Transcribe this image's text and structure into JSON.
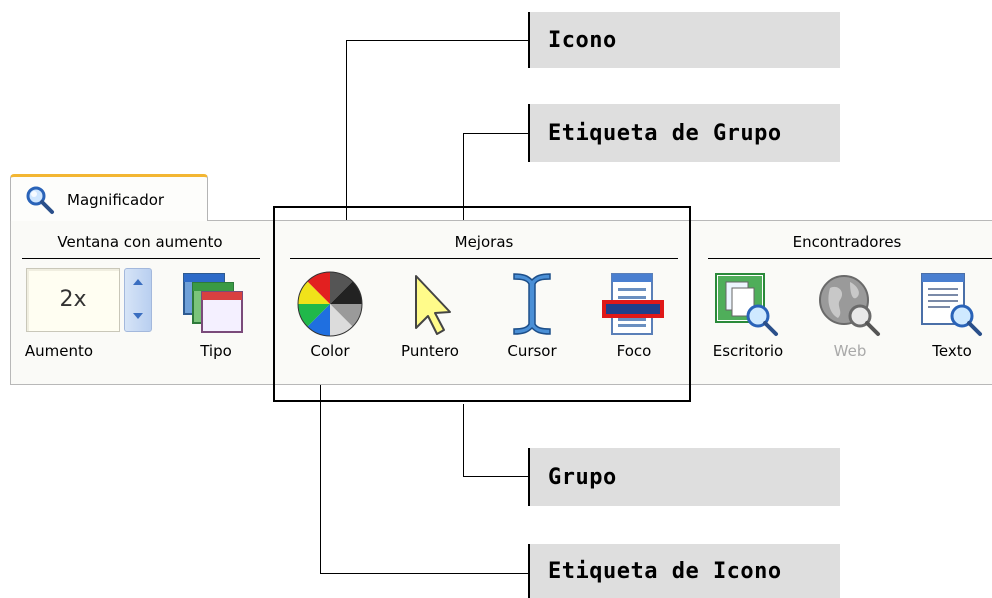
{
  "tab": {
    "label": "Magnificador",
    "icon": "magnifier-icon"
  },
  "groups": {
    "ventana": {
      "label": "Ventana con aumento"
    },
    "mejoras": {
      "label": "Mejoras"
    },
    "encontradores": {
      "label": "Encontradores"
    }
  },
  "zoom": {
    "value": "2x",
    "label": "Aumento"
  },
  "items": {
    "tipo": "Tipo",
    "color": "Color",
    "puntero": "Puntero",
    "cursor": "Cursor",
    "foco": "Foco",
    "escritorio": "Escritorio",
    "web": "Web",
    "texto": "Texto"
  },
  "callouts": {
    "icono": "Icono",
    "etiqueta_grupo": "Etiqueta de Grupo",
    "grupo": "Grupo",
    "etiqueta_icono": "Etiqueta de Icono"
  },
  "colors": {
    "callout_bg": "#dedede",
    "tab_accent": "#f3b632",
    "disabled_text": "#a9a9a9"
  }
}
